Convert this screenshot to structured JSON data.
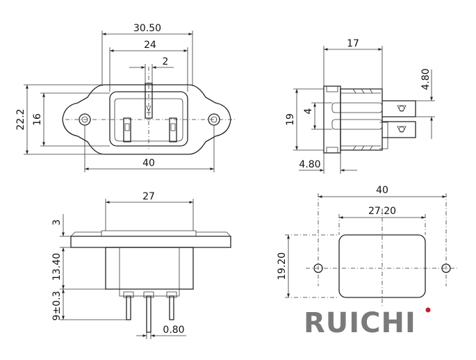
{
  "views": {
    "front": {
      "dims": {
        "overall_width": "30.50",
        "body_width": "24",
        "pin_width": "2",
        "overall_height": "22.2",
        "body_height": "16",
        "hole_spacing": "40"
      }
    },
    "side": {
      "dims": {
        "depth": "17",
        "terminal_width": "4.80",
        "height": "19",
        "pin_spacing": "4",
        "flange_thickness": "4.80"
      }
    },
    "bottom": {
      "dims": {
        "body_width": "27",
        "flange_height": "3",
        "body_depth": "13.40",
        "pin_length": "9±0.3",
        "pin_thickness": "0.80"
      }
    },
    "cutout": {
      "dims": {
        "hole_spacing": "40",
        "cutout_width": "27.20",
        "cutout_height": "19.20"
      }
    }
  },
  "logo": {
    "text": "RUICHI",
    "color_dark": "#7a7a7a",
    "color_accent": "#c41e2a"
  }
}
